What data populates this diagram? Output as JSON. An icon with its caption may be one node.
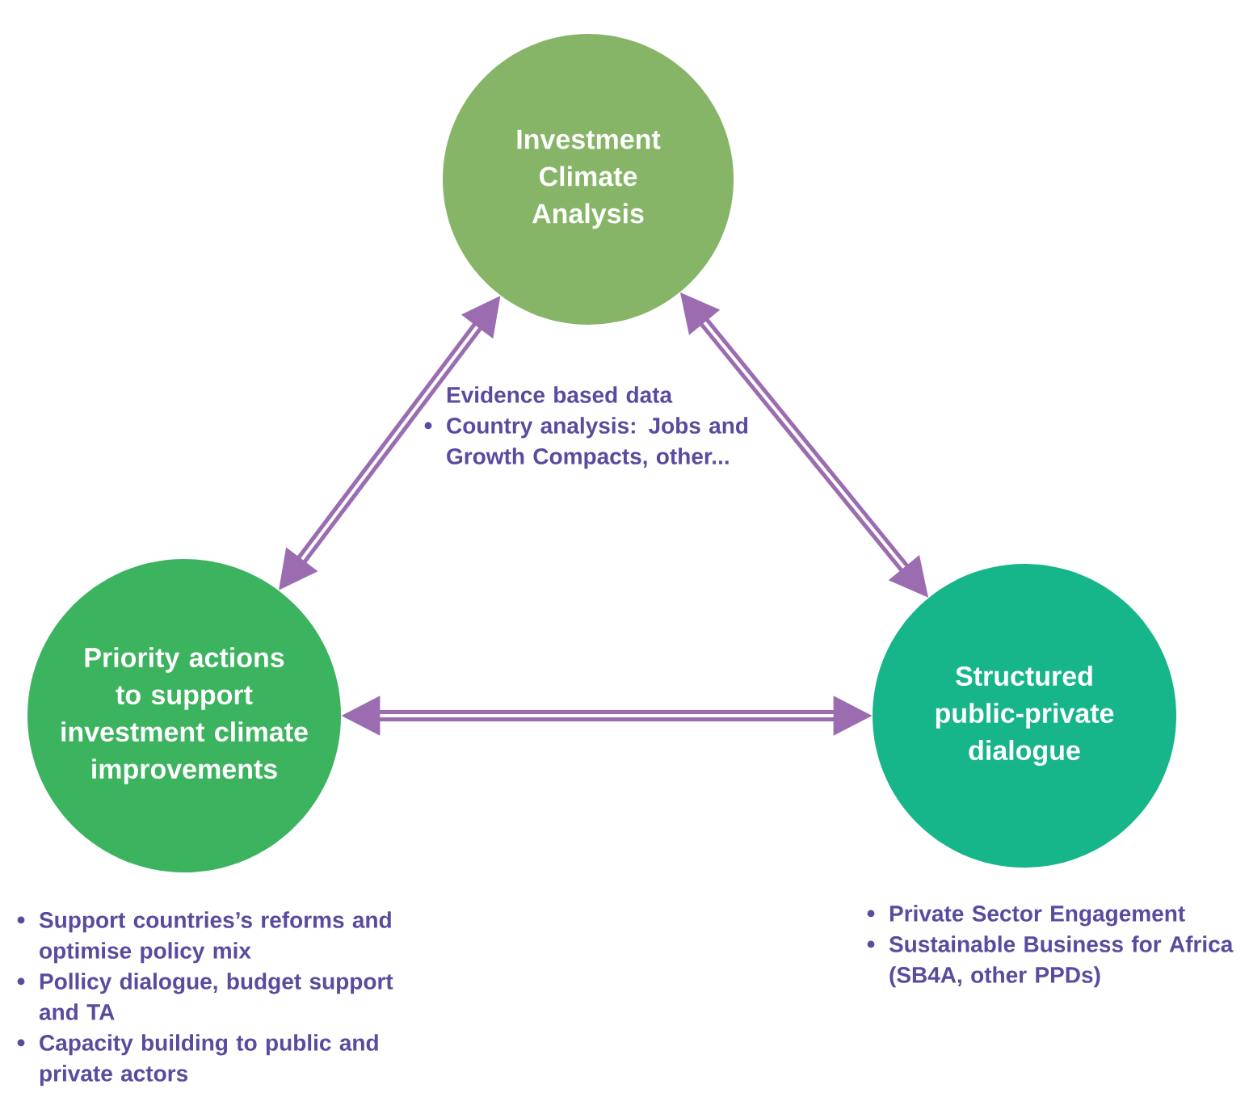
{
  "diagram": {
    "nodes": [
      {
        "text": [
          "Investment Climate Analysis"
        ],
        "beside": [
          "Evidence based data",
          "Country analysis: Jobs and Growth Compacts, other..."
        ]
      },
      {
        "text": [
          "Priority actions to support investment climate improvements"
        ],
        "beside": [
          "Support countries’s reforms and optimise policy mix",
          "Pollicy dialogue, budget support and TA",
          "Capacity building to public and private actors"
        ]
      },
      {
        "text": [
          "Structured public-private dialogue"
        ],
        "beside": [
          "Private Sector Engagement",
          "Sustainable Business for Africa (SB4A, other PPDs)"
        ]
      }
    ],
    "edges": [
      {
        "from": 0,
        "to": 1,
        "arrow": "both"
      },
      {
        "from": 0,
        "to": 2,
        "arrow": "both"
      },
      {
        "from": 1,
        "to": 2,
        "arrow": "both"
      }
    ]
  }
}
